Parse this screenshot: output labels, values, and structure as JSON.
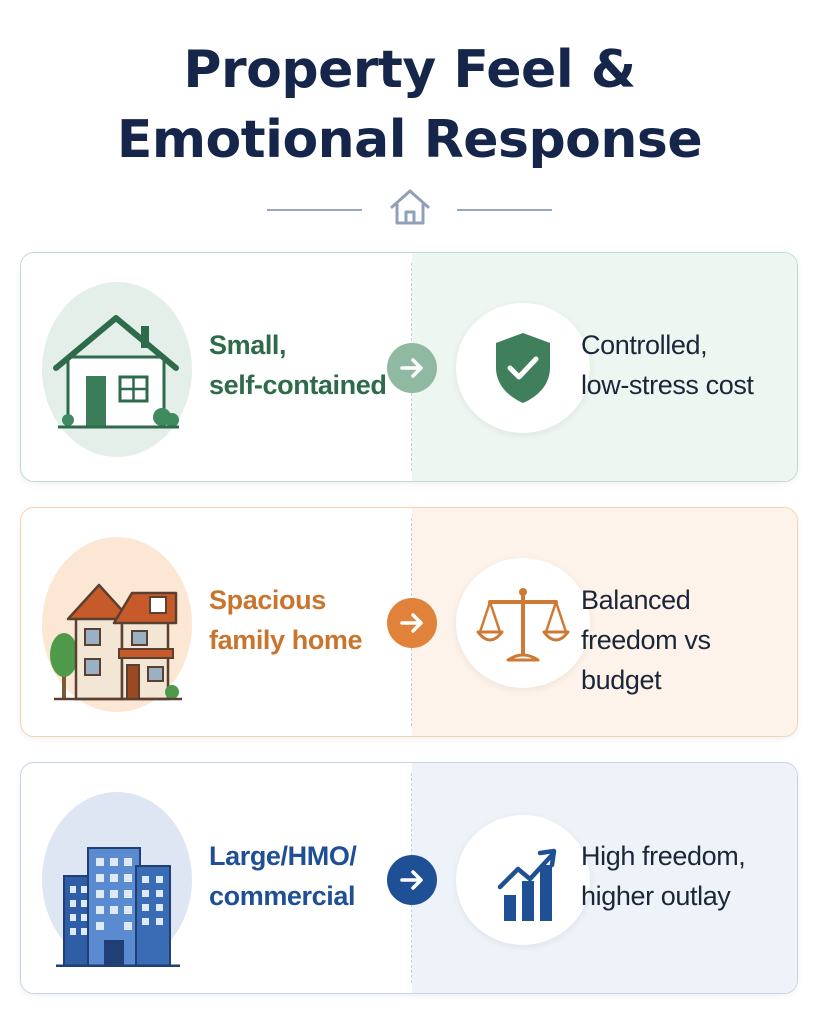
{
  "title": {
    "line1": "Property Feel &",
    "line2": "Emotional Response",
    "divider_icon": "house-outline-icon"
  },
  "rows": [
    {
      "property": {
        "line1": "Small,",
        "line2": "self-contained",
        "icon": "small-house-icon"
      },
      "arrow_icon": "arrow-right-icon",
      "response": {
        "line1": "Controlled,",
        "line2": "low-stress cost",
        "icon": "shield-check-icon"
      },
      "colors": {
        "accent": "#2e6b4a",
        "border": "#bfdcca",
        "tint": "#eef6f1"
      }
    },
    {
      "property": {
        "line1": "Spacious",
        "line2": "family home",
        "icon": "family-home-icon"
      },
      "arrow_icon": "arrow-right-icon",
      "response": {
        "line1": "Balanced",
        "line2": "freedom vs budget",
        "icon": "balance-scale-icon"
      },
      "colors": {
        "accent": "#d9772b",
        "border": "#f4d3b4",
        "tint": "#fdf3ea"
      }
    },
    {
      "property": {
        "line1": "Large/HMO/",
        "line2": "commercial",
        "icon": "apartment-building-icon"
      },
      "arrow_icon": "arrow-right-icon",
      "response": {
        "line1": "High freedom,",
        "line2": "higher outlay",
        "icon": "growth-chart-icon"
      },
      "colors": {
        "accent": "#1f4f94",
        "border": "#c6d4e8",
        "tint": "#eef3fa"
      }
    }
  ]
}
